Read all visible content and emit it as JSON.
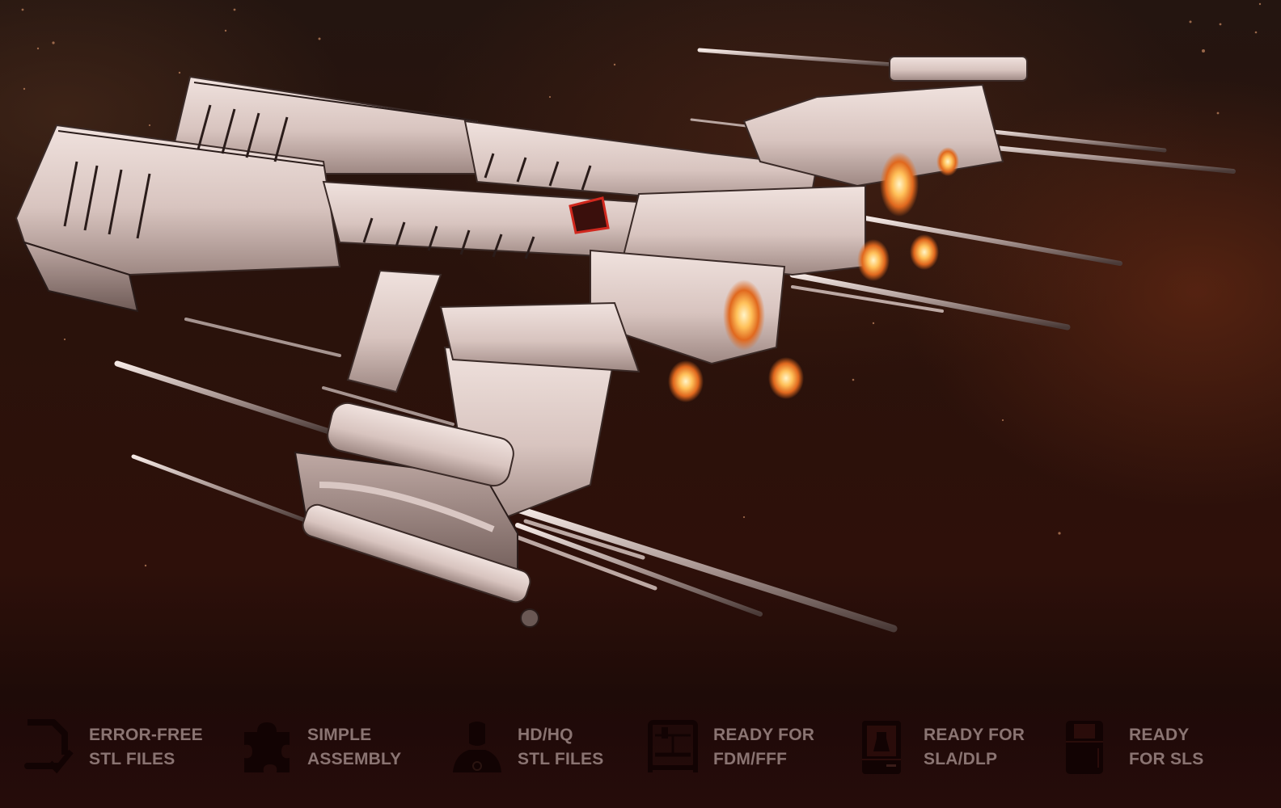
{
  "hero": {
    "subject": "3D printable spaceship model render",
    "background_color": "#2a120b",
    "accent_glow_color": "#ffb347",
    "hull_color": "#d9c7c3"
  },
  "features": [
    {
      "icon": "file-check-icon",
      "line1": "ERROR-FREE",
      "line2": "STL FILES"
    },
    {
      "icon": "puzzle-piece-icon",
      "line1": "SIMPLE",
      "line2": "ASSEMBLY"
    },
    {
      "icon": "figure-bust-icon",
      "line1": "HD/HQ",
      "line2": "STL FILES"
    },
    {
      "icon": "fdm-printer-icon",
      "line1": "READY FOR",
      "line2": "FDM/FFF"
    },
    {
      "icon": "sla-printer-icon",
      "line1": "READY FOR",
      "line2": "SLA/DLP"
    },
    {
      "icon": "sls-printer-icon",
      "line1": "READY",
      "line2": "FOR SLS"
    }
  ],
  "feature_text_color": "#8a7472",
  "feature_icon_color": "#140404"
}
